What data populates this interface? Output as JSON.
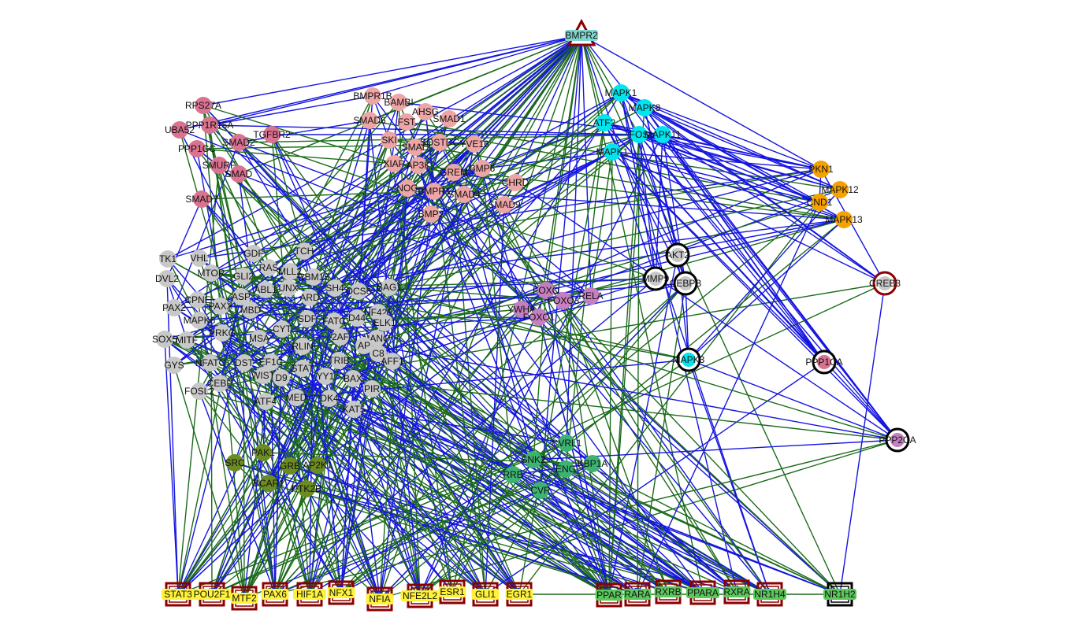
{
  "colors": {
    "green_edge": "#1b6b1b",
    "blue_edge": "#1515e0",
    "pink": "#d97391",
    "salmon": "#eda5a5",
    "cyan": "#00e5ee",
    "orange": "#f5a100",
    "gray": "#c8c8c8",
    "purple": "#c57fbf",
    "olive": "#6b8c23",
    "seagreen": "#3cb371",
    "lightgreen": "#5cc85c",
    "yellow": "#fff23a",
    "darkred": "#8b0000",
    "teal": "#7fd6d0"
  },
  "nodes": [
    {
      "label": "BMPR2",
      "group": "teal",
      "shape": "triangle"
    },
    {
      "label": "RPS27A",
      "group": "pink"
    },
    {
      "label": "PPP1R15A",
      "group": "pink"
    },
    {
      "label": "UBA52",
      "group": "pink"
    },
    {
      "label": "PPP1CC",
      "group": "pink"
    },
    {
      "label": "SMAD2",
      "group": "pink"
    },
    {
      "label": "TGFBR2",
      "group": "pink"
    },
    {
      "label": "SMURF",
      "group": "pink"
    },
    {
      "label": "SMAD",
      "group": "pink"
    },
    {
      "label": "SMAD7",
      "group": "pink"
    },
    {
      "label": "BMPR1B",
      "group": "salmon"
    },
    {
      "label": "BAMBI",
      "group": "salmon"
    },
    {
      "label": "AHSG",
      "group": "salmon"
    },
    {
      "label": "SMAD6",
      "group": "salmon"
    },
    {
      "label": "FST",
      "group": "salmon"
    },
    {
      "label": "SMAD1",
      "group": "salmon"
    },
    {
      "label": "SKI",
      "group": "salmon"
    },
    {
      "label": "SMAD",
      "group": "salmon"
    },
    {
      "label": "SOSTDC",
      "group": "salmon"
    },
    {
      "label": "YVE16",
      "group": "salmon"
    },
    {
      "label": "XIAP",
      "group": "salmon"
    },
    {
      "label": "AP3K",
      "group": "salmon"
    },
    {
      "label": "GREM",
      "group": "salmon"
    },
    {
      "label": "BMP6",
      "group": "salmon"
    },
    {
      "label": "CHRD",
      "group": "salmon"
    },
    {
      "label": "NOG",
      "group": "salmon"
    },
    {
      "label": "BMPR1",
      "group": "salmon"
    },
    {
      "label": "SMAD4",
      "group": "salmon"
    },
    {
      "label": "SMAD9",
      "group": "salmon"
    },
    {
      "label": "BMP2",
      "group": "salmon"
    },
    {
      "label": "MAPK1",
      "group": "cyan"
    },
    {
      "label": "MAPK8",
      "group": "cyan"
    },
    {
      "label": "ATF2",
      "group": "cyan"
    },
    {
      "label": "FOS",
      "group": "cyan"
    },
    {
      "label": "MAPK11",
      "group": "cyan"
    },
    {
      "label": "MAPK1",
      "group": "cyan"
    },
    {
      "label": "PKN1",
      "group": "orange"
    },
    {
      "label": "MAPK12",
      "group": "orange"
    },
    {
      "label": "CND1",
      "group": "orange"
    },
    {
      "label": "MAPK13",
      "group": "orange"
    },
    {
      "label": "AKT2",
      "group": "gray",
      "ring": true
    },
    {
      "label": "MMP9",
      "group": "gray",
      "ring": true
    },
    {
      "label": "CEBPB",
      "group": "gray",
      "ring": true
    },
    {
      "label": "CREB3",
      "group": "gray",
      "ring": "red"
    },
    {
      "label": "MAPK3",
      "group": "cyan",
      "ring": true
    },
    {
      "label": "PPP1CA",
      "group": "pink",
      "ring": true
    },
    {
      "label": "PPP2CA",
      "group": "purple",
      "ring": true
    },
    {
      "label": "FOXO",
      "group": "purple"
    },
    {
      "label": "FOXO3",
      "group": "purple"
    },
    {
      "label": "RELA",
      "group": "purple"
    },
    {
      "label": "YWHA",
      "group": "purple"
    },
    {
      "label": "FOXO1",
      "group": "purple"
    },
    {
      "label": "TK1",
      "group": "gray"
    },
    {
      "label": "VHL",
      "group": "gray"
    },
    {
      "label": "DVL2",
      "group": "gray"
    },
    {
      "label": "MTOR",
      "group": "gray"
    },
    {
      "label": "GDF",
      "group": "gray"
    },
    {
      "label": "TCH",
      "group": "gray"
    },
    {
      "label": "RAS",
      "group": "gray"
    },
    {
      "label": "GLI2",
      "group": "gray"
    },
    {
      "label": "MLL2",
      "group": "gray"
    },
    {
      "label": "RBM15",
      "group": "gray"
    },
    {
      "label": "ABL1",
      "group": "gray"
    },
    {
      "label": "UNX",
      "group": "gray"
    },
    {
      "label": "SH4",
      "group": "gray"
    },
    {
      "label": "OCS6",
      "group": "gray"
    },
    {
      "label": "BAG1",
      "group": "gray"
    },
    {
      "label": "PAX2",
      "group": "gray"
    },
    {
      "label": "CPNE",
      "group": "gray"
    },
    {
      "label": "PAXX",
      "group": "gray"
    },
    {
      "label": "ASP",
      "group": "gray"
    },
    {
      "label": "ARD",
      "group": "gray"
    },
    {
      "label": "MBD",
      "group": "gray"
    },
    {
      "label": "MAPK6",
      "group": "gray"
    },
    {
      "label": "SDF",
      "group": "gray"
    },
    {
      "label": "FATC",
      "group": "gray"
    },
    {
      "label": "D44",
      "group": "gray"
    },
    {
      "label": "NF423",
      "group": "gray"
    },
    {
      "label": "ELK1",
      "group": "gray"
    },
    {
      "label": "PRKG",
      "group": "gray"
    },
    {
      "label": "CYT",
      "group": "gray"
    },
    {
      "label": "SOX5",
      "group": "gray"
    },
    {
      "label": "MITF",
      "group": "gray"
    },
    {
      "label": "MSA",
      "group": "gray"
    },
    {
      "label": "2AF",
      "group": "gray"
    },
    {
      "label": "NANO",
      "group": "gray"
    },
    {
      "label": "RLIN",
      "group": "gray"
    },
    {
      "label": "AP",
      "group": "gray"
    },
    {
      "label": "C8",
      "group": "gray"
    },
    {
      "label": "GYS",
      "group": "gray"
    },
    {
      "label": "NFATC",
      "group": "gray"
    },
    {
      "label": "DST",
      "group": "gray"
    },
    {
      "label": "EF1C",
      "group": "gray"
    },
    {
      "label": "STAT",
      "group": "gray"
    },
    {
      "label": "TRIB",
      "group": "gray"
    },
    {
      "label": "AFF1",
      "group": "gray"
    },
    {
      "label": "WIST",
      "group": "gray"
    },
    {
      "label": "D9",
      "group": "gray"
    },
    {
      "label": "YY1",
      "group": "gray"
    },
    {
      "label": "BAX",
      "group": "gray"
    },
    {
      "label": "CEBP",
      "group": "gray"
    },
    {
      "label": "FOSL2",
      "group": "gray"
    },
    {
      "label": "ATF4",
      "group": "gray"
    },
    {
      "label": "MED",
      "group": "gray"
    },
    {
      "label": "DK4",
      "group": "gray"
    },
    {
      "label": "PIR",
      "group": "gray"
    },
    {
      "label": "KAT5",
      "group": "gray"
    },
    {
      "label": "SRC",
      "group": "olive"
    },
    {
      "label": "PAK1",
      "group": "olive"
    },
    {
      "label": "GRB",
      "group": "olive"
    },
    {
      "label": "AP2K1",
      "group": "olive"
    },
    {
      "label": "BCAR1",
      "group": "olive"
    },
    {
      "label": "PTK2B",
      "group": "olive"
    },
    {
      "label": "CVRL1",
      "group": "seagreen"
    },
    {
      "label": "SNK2",
      "group": "seagreen"
    },
    {
      "label": "KBP1A",
      "group": "seagreen"
    },
    {
      "label": "ENG",
      "group": "seagreen"
    },
    {
      "label": "RRB",
      "group": "seagreen"
    },
    {
      "label": "CVR",
      "group": "seagreen"
    },
    {
      "label": "STAT3",
      "group": "yellow",
      "shape": "square"
    },
    {
      "label": "POU2F1",
      "group": "yellow",
      "shape": "square"
    },
    {
      "label": "MTF2",
      "group": "yellow",
      "shape": "square"
    },
    {
      "label": "PAX6",
      "group": "yellow",
      "shape": "square"
    },
    {
      "label": "HIF1A",
      "group": "yellow",
      "shape": "square"
    },
    {
      "label": "NFX1",
      "group": "yellow",
      "shape": "square"
    },
    {
      "label": "NFIA",
      "group": "yellow",
      "shape": "square"
    },
    {
      "label": "NFE2L2",
      "group": "yellow",
      "shape": "square"
    },
    {
      "label": "ESR1",
      "group": "yellow",
      "shape": "square"
    },
    {
      "label": "GLI1",
      "group": "yellow",
      "shape": "square"
    },
    {
      "label": "EGR1",
      "group": "yellow",
      "shape": "square"
    },
    {
      "label": "PPAR",
      "group": "lightgreen",
      "shape": "square"
    },
    {
      "label": "RARA",
      "group": "lightgreen",
      "shape": "square"
    },
    {
      "label": "RXRB",
      "group": "lightgreen",
      "shape": "square"
    },
    {
      "label": "PPARA",
      "group": "lightgreen",
      "shape": "square"
    },
    {
      "label": "RXRA",
      "group": "lightgreen",
      "shape": "square"
    },
    {
      "label": "NR1H4",
      "group": "lightgreen",
      "shape": "square"
    },
    {
      "label": "NR1H2",
      "group": "lightgreen",
      "shape": "square",
      "ring": "black"
    }
  ]
}
